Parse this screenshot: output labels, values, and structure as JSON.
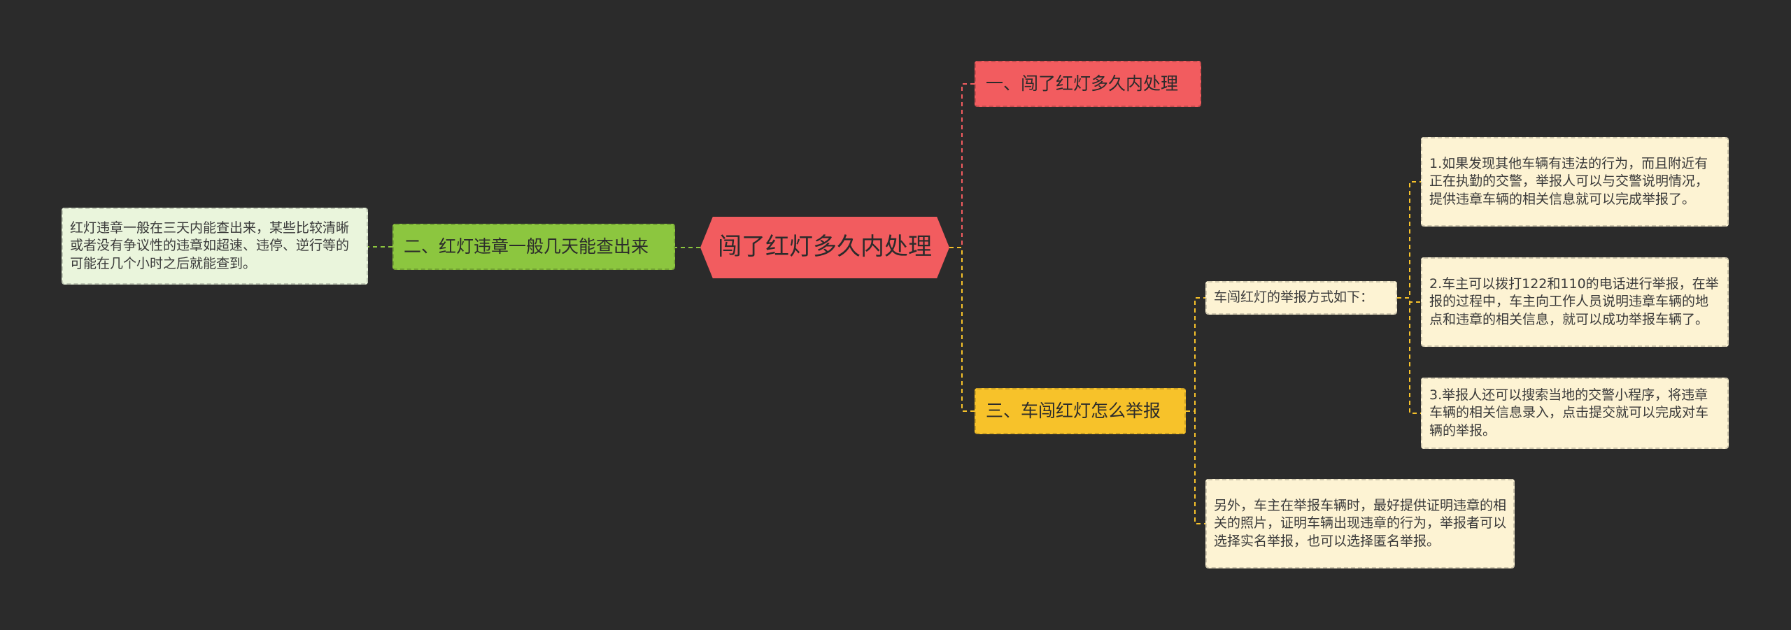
{
  "colors": {
    "background": "#2b2b2b",
    "root": "#f25c5f",
    "branch_red": "#f25c5f",
    "branch_green": "#8cc63f",
    "branch_yellow": "#f7c22a",
    "leaf_green": "#eaf5dc",
    "leaf_yellow": "#fdf3d3"
  },
  "root": {
    "label": "闯了红灯多久内处理"
  },
  "branch1": {
    "label": "一、闯了红灯多久内处理"
  },
  "branch2": {
    "label": "二、红灯违章一般几天能查出来",
    "detail": "红灯违章一般在三天内能查出来，某些比较清晰或者没有争议性的违章如超速、违停、逆行等的可能在几个小时之后就能查到。"
  },
  "branch3": {
    "label": "三、车闯红灯怎么举报",
    "sub1": {
      "label": "车闯红灯的举报方式如下：",
      "items": [
        "1.如果发现其他车辆有违法的行为，而且附近有正在执勤的交警，举报人可以与交警说明情况，提供违章车辆的相关信息就可以完成举报了。",
        "2.车主可以拨打122和110的电话进行举报，在举报的过程中，车主向工作人员说明违章车辆的地点和违章的相关信息，就可以成功举报车辆了。",
        "3.举报人还可以搜索当地的交警小程序，将违章车辆的相关信息录入，点击提交就可以完成对车辆的举报。"
      ]
    },
    "sub2": {
      "label": "另外，车主在举报车辆时，最好提供证明违章的相关的照片，证明车辆出现违章的行为，举报者可以选择实名举报，也可以选择匿名举报。"
    }
  }
}
